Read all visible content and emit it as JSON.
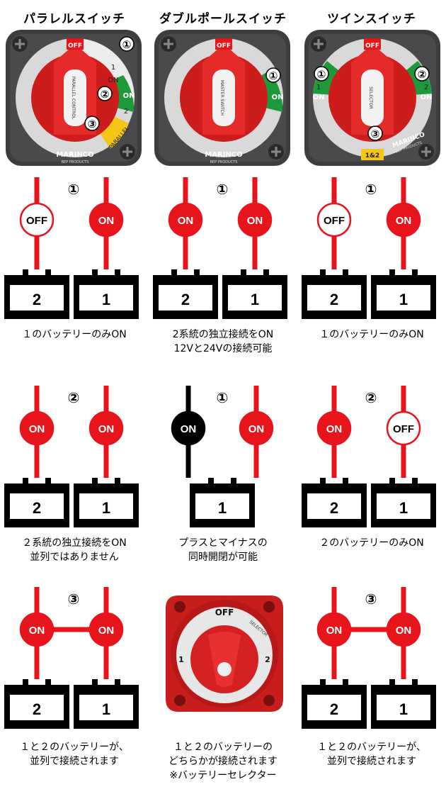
{
  "columns": {
    "parallel": {
      "title": "パラレルスイッチ"
    },
    "double_pole": {
      "title": "ダブルポールスイッチ"
    },
    "twin": {
      "title": "ツインスイッチ"
    }
  },
  "switch_photos": {
    "parallel": {
      "brand": "MARINCO",
      "sub": "BEP PRODUCTS",
      "off": "OFF",
      "on": "ON",
      "pos1": "1",
      "pos2": "2",
      "parallel": "PARALLEL",
      "knob": "PARALLEL CONTROL",
      "badges": [
        "①",
        "②",
        "③"
      ]
    },
    "double_pole": {
      "brand": "MARINCO",
      "sub": "BEP PRODUCTS",
      "off": "OFF",
      "on": "ON",
      "knob": "MASTER SWITCH",
      "badges": [
        "①"
      ]
    },
    "twin": {
      "brand": "MARINCO",
      "sub": "BEP PRODUCTS",
      "off": "OFF",
      "on_left": "ON",
      "on_right": "ON",
      "pos1": "1",
      "pos2": "2",
      "both": "1&2",
      "knob": "SELECTOR",
      "badges": [
        "①",
        "②",
        "③"
      ]
    }
  },
  "panels": [
    {
      "badge": "①",
      "left": {
        "state": "OFF",
        "style": "white"
      },
      "right": {
        "state": "ON",
        "style": "red"
      },
      "batteries": [
        "2",
        "1"
      ],
      "link": false,
      "caption": [
        "１のバッテリーのみON"
      ]
    },
    {
      "badge": "①",
      "left": {
        "state": "ON",
        "style": "red"
      },
      "right": {
        "state": "ON",
        "style": "red"
      },
      "batteries": [
        "2",
        "1"
      ],
      "link": false,
      "caption": [
        "2系統の独立接続をON",
        "12Vと24Vの接続可能"
      ]
    },
    {
      "badge": "①",
      "left": {
        "state": "OFF",
        "style": "white"
      },
      "right": {
        "state": "ON",
        "style": "red"
      },
      "batteries": [
        "2",
        "1"
      ],
      "link": false,
      "caption": [
        "１のバッテリーのみON"
      ]
    },
    {
      "badge": "②",
      "left": {
        "state": "ON",
        "style": "red"
      },
      "right": {
        "state": "ON",
        "style": "red"
      },
      "batteries": [
        "2",
        "1"
      ],
      "link": false,
      "caption": [
        "２系統の独立接続をON",
        "並列ではありません"
      ]
    },
    {
      "badge": "①",
      "left": {
        "state": "ON",
        "style": "black"
      },
      "right": {
        "state": "ON",
        "style": "red"
      },
      "batteries": [
        "1"
      ],
      "link": false,
      "caption": [
        "プラスとマイナスの",
        "同時開閉が可能"
      ]
    },
    {
      "badge": "②",
      "left": {
        "state": "ON",
        "style": "red"
      },
      "right": {
        "state": "OFF",
        "style": "white"
      },
      "batteries": [
        "2",
        "1"
      ],
      "link": false,
      "caption": [
        "２のバッテリーのみON"
      ]
    },
    {
      "badge": "③",
      "left": {
        "state": "ON",
        "style": "red"
      },
      "right": {
        "state": "ON",
        "style": "red"
      },
      "batteries": [
        "2",
        "1"
      ],
      "link": true,
      "caption": [
        "１と２のバッテリーが、",
        "並列で接続されます"
      ]
    },
    {
      "badge": "③",
      "left": {
        "state": "ON",
        "style": "red"
      },
      "right": {
        "state": "ON",
        "style": "red"
      },
      "batteries": [
        "2",
        "1"
      ],
      "link": true,
      "caption": [
        "１と２のバッテリーが、",
        "並列で接続されます"
      ]
    }
  ],
  "selector_photo": {
    "off": "OFF",
    "pos1": "1",
    "pos2": "2",
    "model": "SELECTOR",
    "caption": [
      "１と２のバッテリーの",
      "どちらかが接続されます",
      "※バッテリーセレクター"
    ]
  },
  "colors": {
    "red": "#e8141c",
    "black": "#000000",
    "grey": "#555555"
  }
}
